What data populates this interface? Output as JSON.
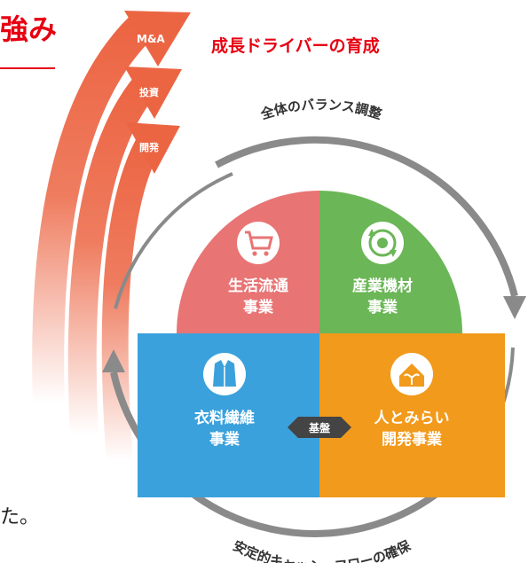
{
  "header": {
    "title_fragment": "強み",
    "growth_heading": "成長ドライバーの育成"
  },
  "arrows": [
    {
      "label": "M&A"
    },
    {
      "label": "投資"
    },
    {
      "label": "開発"
    }
  ],
  "ring": {
    "top_label": "全体のバランス調整",
    "bottom_label": "安定的キャッシュフローの確保"
  },
  "segments": {
    "lifestyle": {
      "line1": "生活流通",
      "line2": "事業",
      "icon": "shopping-cart-icon",
      "color": "#e87474"
    },
    "industrial": {
      "line1": "産業機材",
      "line2": "事業",
      "icon": "recycle-gear-icon",
      "color": "#6bb657"
    },
    "textile": {
      "line1": "衣料繊維",
      "line2": "事業",
      "icon": "jacket-icon",
      "color": "#3ba1dc"
    },
    "future": {
      "line1": "人とみらい",
      "line2": "開発事業",
      "icon": "house-sprout-icon",
      "color": "#f29a1b"
    }
  },
  "foundation_badge": "基盤",
  "footer_fragment": "た。"
}
